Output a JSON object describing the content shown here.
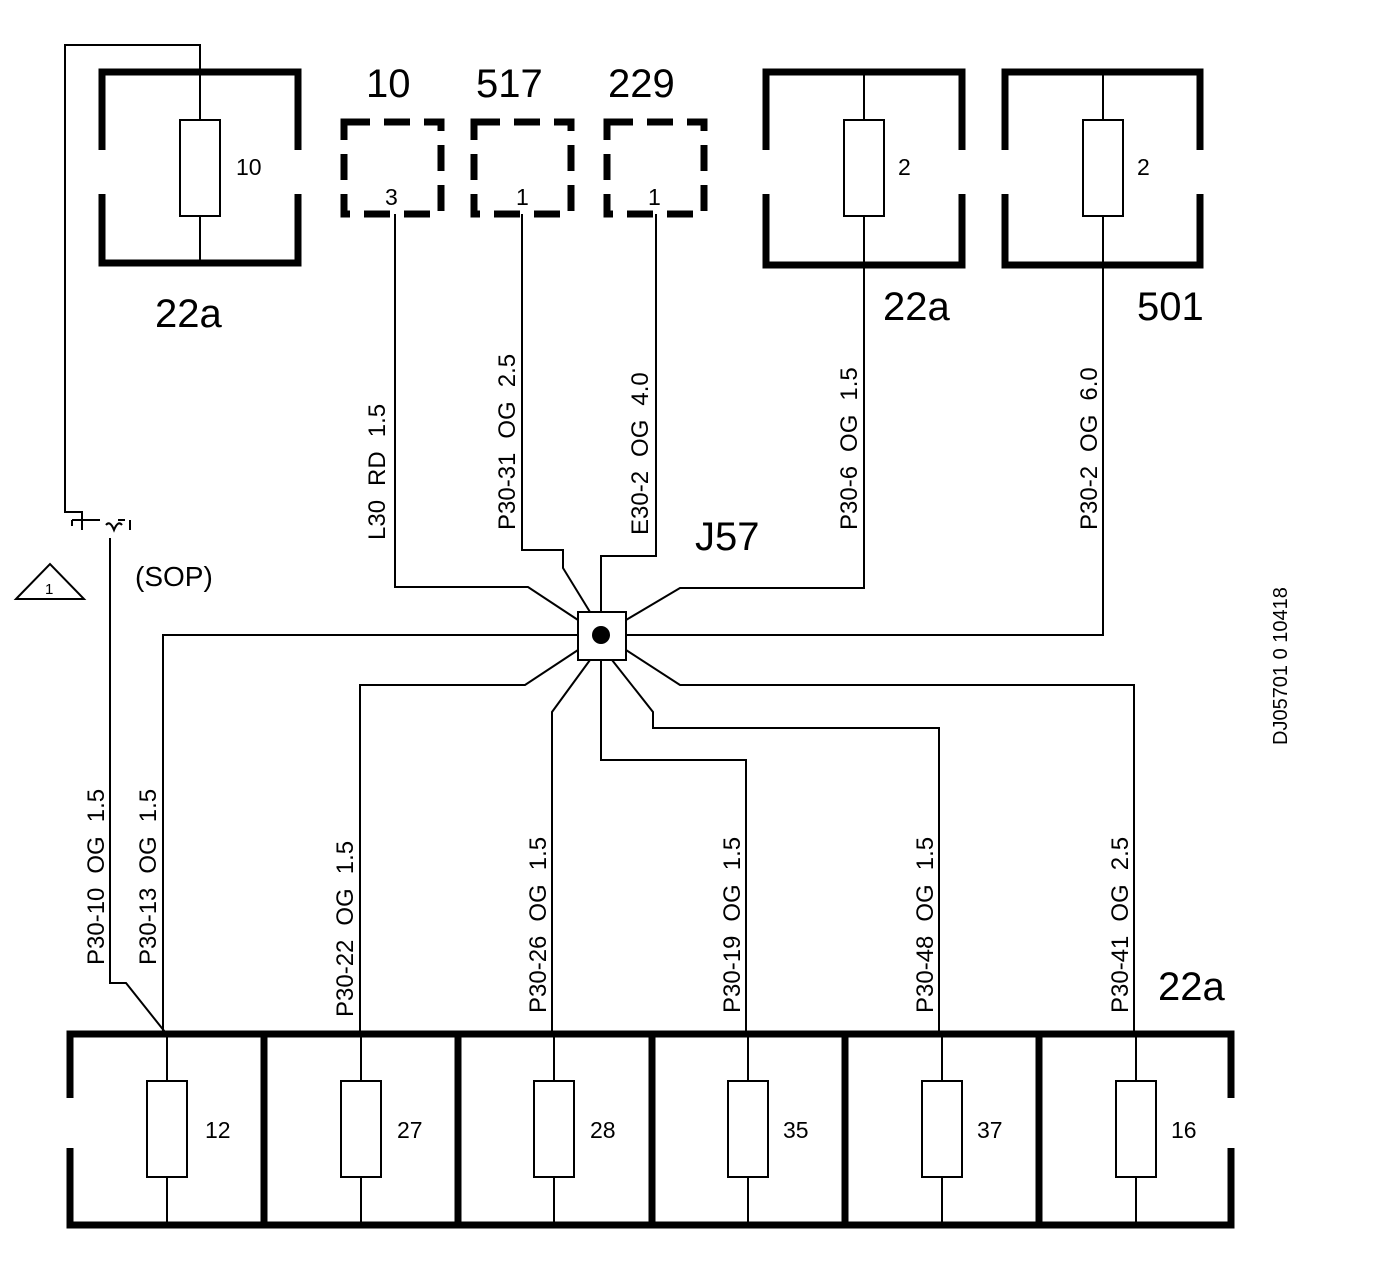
{
  "fuse_boxes_top": [
    {
      "id": "box-22a-left",
      "label": "22a",
      "fuse": "10"
    },
    {
      "id": "box-22a-right",
      "label": "22a",
      "fuse": "2"
    },
    {
      "id": "box-501",
      "label": "501",
      "fuse": "2"
    }
  ],
  "connectors_top": [
    {
      "label": "10",
      "pin": "3"
    },
    {
      "label": "517",
      "pin": "1"
    },
    {
      "label": "229",
      "pin": "1"
    }
  ],
  "bottom_box": {
    "label": "22a",
    "fuses": [
      "12",
      "27",
      "28",
      "35",
      "37",
      "16"
    ]
  },
  "splice": {
    "label": "J57"
  },
  "wires_top": [
    {
      "circuit": "L30",
      "color": "RD",
      "size": "1.5"
    },
    {
      "circuit": "P30-31",
      "color": "OG",
      "size": "2.5"
    },
    {
      "circuit": "E30-2",
      "color": "OG",
      "size": "4.0"
    },
    {
      "circuit": "P30-6",
      "color": "OG",
      "size": "1.5"
    },
    {
      "circuit": "P30-2",
      "color": "OG",
      "size": "6.0"
    }
  ],
  "wires_bottom": [
    {
      "circuit": "P30-10",
      "color": "OG",
      "size": "1.5"
    },
    {
      "circuit": "P30-13",
      "color": "OG",
      "size": "1.5"
    },
    {
      "circuit": "P30-22",
      "color": "OG",
      "size": "1.5"
    },
    {
      "circuit": "P30-26",
      "color": "OG",
      "size": "1.5"
    },
    {
      "circuit": "P30-19",
      "color": "OG",
      "size": "1.5"
    },
    {
      "circuit": "P30-48",
      "color": "OG",
      "size": "1.5"
    },
    {
      "circuit": "P30-41",
      "color": "OG",
      "size": "2.5"
    }
  ],
  "option_note": {
    "number": "1",
    "text": "(SOP)"
  },
  "doc_code": "DJ05701 0  10418"
}
